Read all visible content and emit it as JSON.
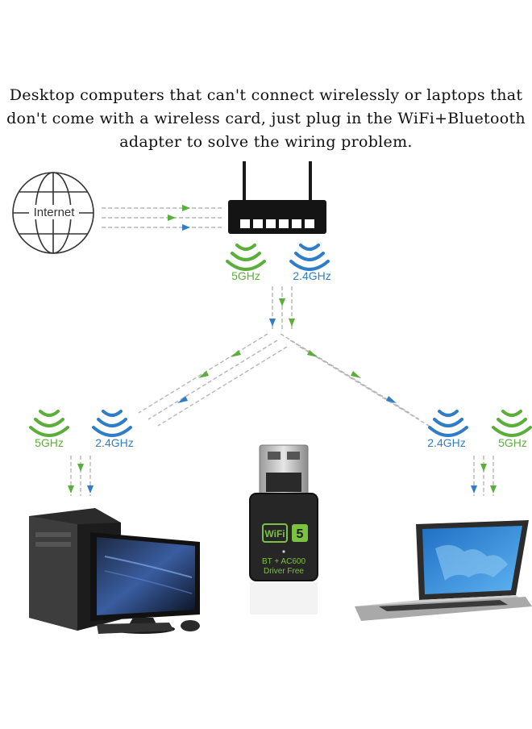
{
  "caption": {
    "line1": "Desktop computers that can't connect wirelessly or laptops that",
    "line2": "don't come with a wireless card, just plug in the WiFi+Bluetooth",
    "line3": "adapter to solve the wiring problem."
  },
  "internet": {
    "label": "Internet"
  },
  "bands": {
    "band_5": "5GHz",
    "band_24": "2.4GHz"
  },
  "adapter": {
    "badge_wifi": "WiFi",
    "badge_num": "5",
    "line1": "BT + AC600",
    "line2": "Driver Free"
  },
  "colors": {
    "green": "#5cae3a",
    "blue": "#2f7dc7",
    "dash": "#b5b5b5"
  }
}
